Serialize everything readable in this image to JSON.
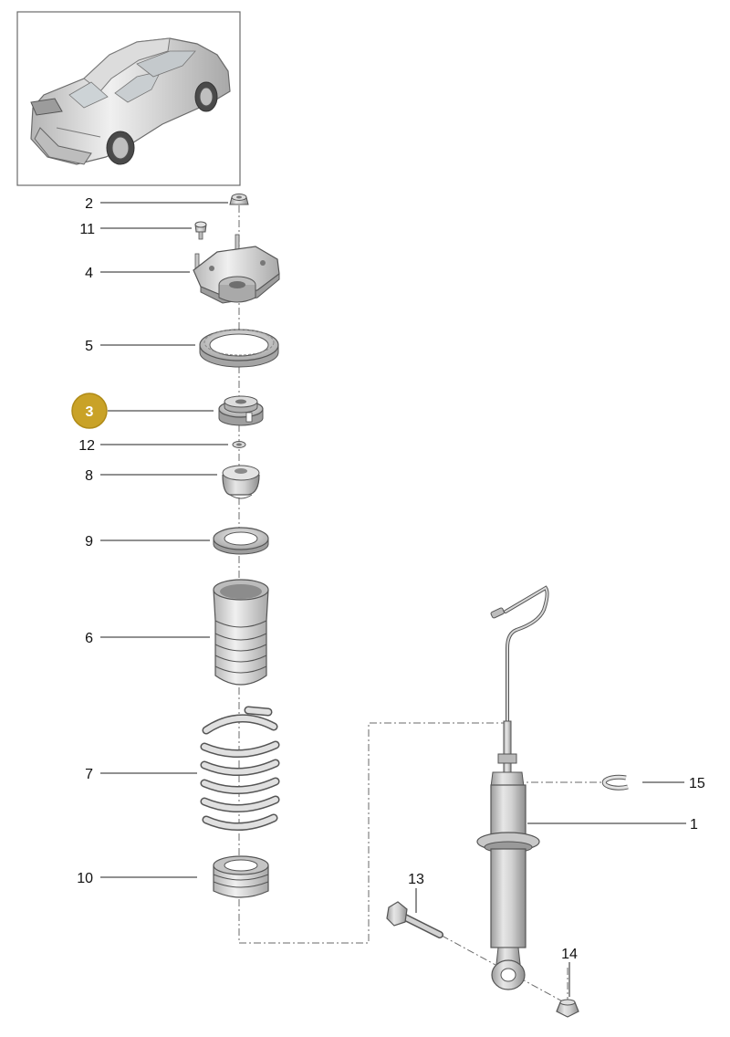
{
  "diagram": {
    "colors": {
      "part_light": "#e9e9e9",
      "part_mid": "#cfcfcf",
      "part_dark": "#9a9a9a",
      "outline": "#555555",
      "leader": "#222222",
      "highlight_fill": "#c9a227",
      "highlight_stroke": "#b08b18",
      "highlight_text": "#ffffff"
    },
    "callouts": [
      {
        "label": "2",
        "part": "nut"
      },
      {
        "label": "11",
        "part": "bolt-small"
      },
      {
        "label": "4",
        "part": "top-mount"
      },
      {
        "label": "5",
        "part": "bearing-ring"
      },
      {
        "label": "3",
        "part": "spring-seat",
        "highlighted": true
      },
      {
        "label": "12",
        "part": "washer"
      },
      {
        "label": "8",
        "part": "bump-stop"
      },
      {
        "label": "9",
        "part": "support-ring"
      },
      {
        "label": "6",
        "part": "protective-boot"
      },
      {
        "label": "7",
        "part": "coil-spring"
      },
      {
        "label": "10",
        "part": "helper-spring"
      },
      {
        "label": "13",
        "part": "bolt-long"
      },
      {
        "label": "14",
        "part": "nut-bottom"
      },
      {
        "label": "15",
        "part": "circlip"
      },
      {
        "label": "1",
        "part": "shock-absorber"
      }
    ]
  }
}
